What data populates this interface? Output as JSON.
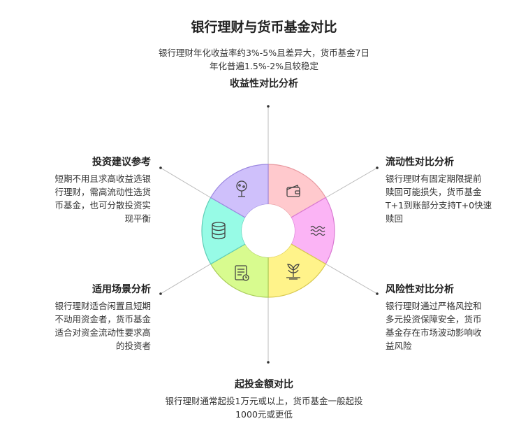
{
  "title": "银行理财与货币基金对比",
  "intro": {
    "line1": "银行理财年化收益率约3%-5%且差异大，货币基金7日",
    "line2": "年化普遍1.5%-2%且较稳定"
  },
  "sections": {
    "yield": {
      "heading": "收益性对比分析"
    },
    "liquidity": {
      "heading": "流动性对比分析",
      "lines": [
        "银行理财有固定期限提前",
        "赎回可能损失，货币基金",
        "T+1到账部分支持T+0快速",
        "赎回"
      ]
    },
    "risk": {
      "heading": "风险性对比分析",
      "lines": [
        "银行理财通过严格风控和",
        "多元投资保障安全，货币",
        "基金存在市场波动影响收",
        "益风险"
      ]
    },
    "minimum": {
      "heading": "起投金额对比",
      "lines": [
        "银行理财通常起投1万元或以上，货币基金一般起投",
        "1000元或更低"
      ]
    },
    "scenario": {
      "heading": "适用场景分析",
      "lines": [
        "银行理财适合闲置且短期",
        "不动用资金者，货币基金",
        "适合对资金流动性要求高",
        "的投资者"
      ]
    },
    "advice": {
      "heading": "投资建议参考",
      "lines": [
        "短期不用且求高收益选银",
        "行理财，需高流动性选货",
        "币基金，也可分散投资实",
        "现平衡"
      ]
    }
  },
  "segments": [
    {
      "key": "yield",
      "icon": "wallet-icon",
      "fill": "#ffc9cd",
      "stroke": "#e89aa1"
    },
    {
      "key": "liquidity",
      "icon": "waves-icon",
      "fill": "#fbb4f5",
      "stroke": "#d97ad2"
    },
    {
      "key": "risk",
      "icon": "plant-icon",
      "fill": "#fff38a",
      "stroke": "#d8c84f"
    },
    {
      "key": "minimum",
      "icon": "document-icon",
      "fill": "#d8fb8f",
      "stroke": "#a9cc5a"
    },
    {
      "key": "scenario",
      "icon": "database-icon",
      "fill": "#97fbe6",
      "stroke": "#5fcdb6"
    },
    {
      "key": "advice",
      "icon": "tree-icon",
      "fill": "#cfc0fb",
      "stroke": "#9c88e0"
    }
  ]
}
